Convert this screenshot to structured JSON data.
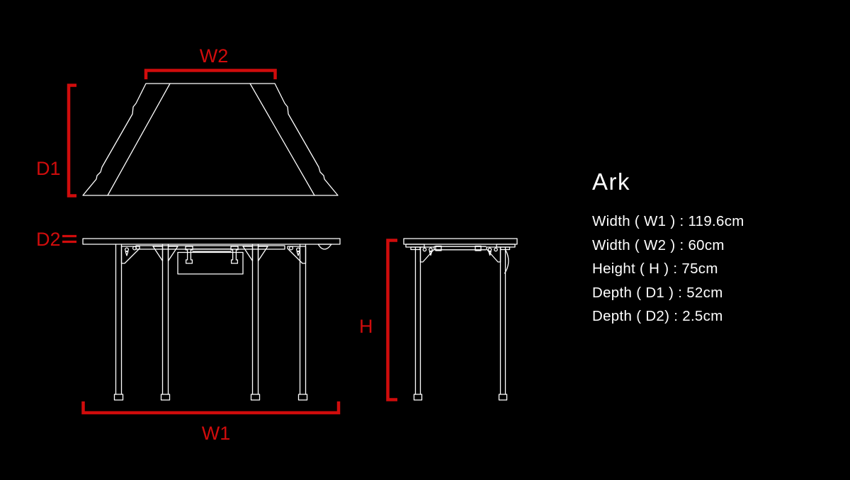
{
  "colors": {
    "background": "#000000",
    "line_white": "#ffffff",
    "dimension_red": "#d00c0c",
    "text_white": "#ffffff"
  },
  "product": {
    "title": "Ark"
  },
  "specs": {
    "lines": [
      "Width ( W1 )  : 119.6cm",
      "Width ( W2 )  : 60cm",
      "Height ( H ) : 75cm",
      "Depth ( D1 )  : 52cm",
      "Depth ( D2)  : 2.5cm"
    ]
  },
  "dimensions": {
    "w1": {
      "label": "W1",
      "cm": 119.6
    },
    "w2": {
      "label": "W2",
      "cm": 60
    },
    "h": {
      "label": "H",
      "cm": 75
    },
    "d1": {
      "label": "D1",
      "cm": 52
    },
    "d2": {
      "label": "D2",
      "cm": 2.5
    }
  }
}
